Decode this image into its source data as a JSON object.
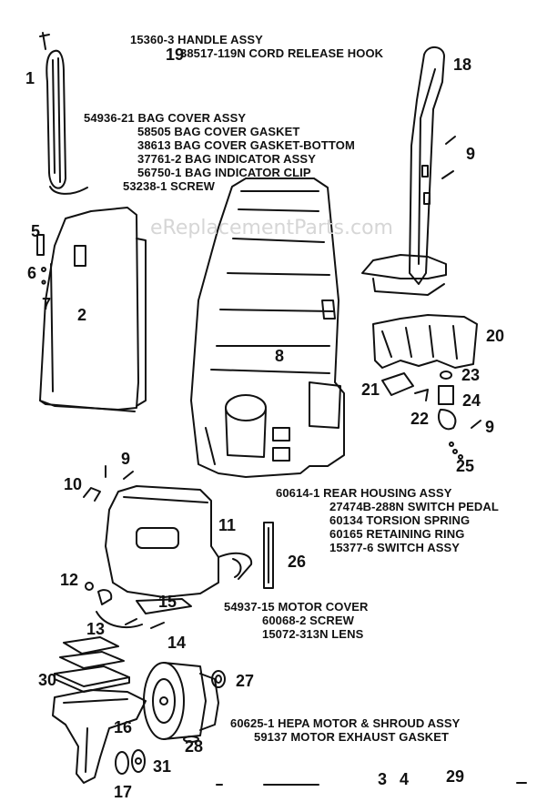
{
  "watermark": "eReplacementParts.com",
  "callouts": {
    "n1": "1",
    "n2": "2",
    "n3": "3",
    "n4": "4",
    "n5": "5",
    "n6": "6",
    "n7": "7",
    "n8": "8",
    "n9a": "9",
    "n9b": "9",
    "n9c": "9",
    "n10": "10",
    "n11": "11",
    "n12": "12",
    "n13": "13",
    "n14": "14",
    "n15": "15",
    "n16": "16",
    "n17": "17",
    "n18": "18",
    "n19": "19",
    "n20": "20",
    "n21": "21",
    "n22": "22",
    "n23": "23",
    "n24": "24",
    "n25": "25",
    "n26": "26",
    "n27": "27",
    "n28": "28",
    "n29": "29",
    "n30": "30",
    "n31": "31"
  },
  "part_lists": {
    "handle": [
      "15360-3 HANDLE ASSY",
      "38517-119N CORD RELEASE HOOK"
    ],
    "bag_cover": [
      "54936-21 BAG COVER ASSY",
      "58505 BAG COVER GASKET",
      "38613 BAG COVER GASKET-BOTTOM",
      "37761-2 BAG INDICATOR ASSY",
      "56750-1 BAG INDICATOR CLIP",
      "53238-1 SCREW"
    ],
    "rear_housing": [
      "60614-1 REAR HOUSING ASSY",
      "27474B-288N SWITCH PEDAL",
      "60134 TORSION SPRING",
      "60165 RETAINING RING",
      "15377-6 SWITCH ASSY"
    ],
    "motor_cover": [
      "54937-15 MOTOR COVER",
      "60068-2 SCREW",
      "15072-313N LENS"
    ],
    "hepa_motor": [
      "60625-1 HEPA MOTOR & SHROUD ASSY",
      "59137 MOTOR EXHAUST GASKET"
    ]
  }
}
